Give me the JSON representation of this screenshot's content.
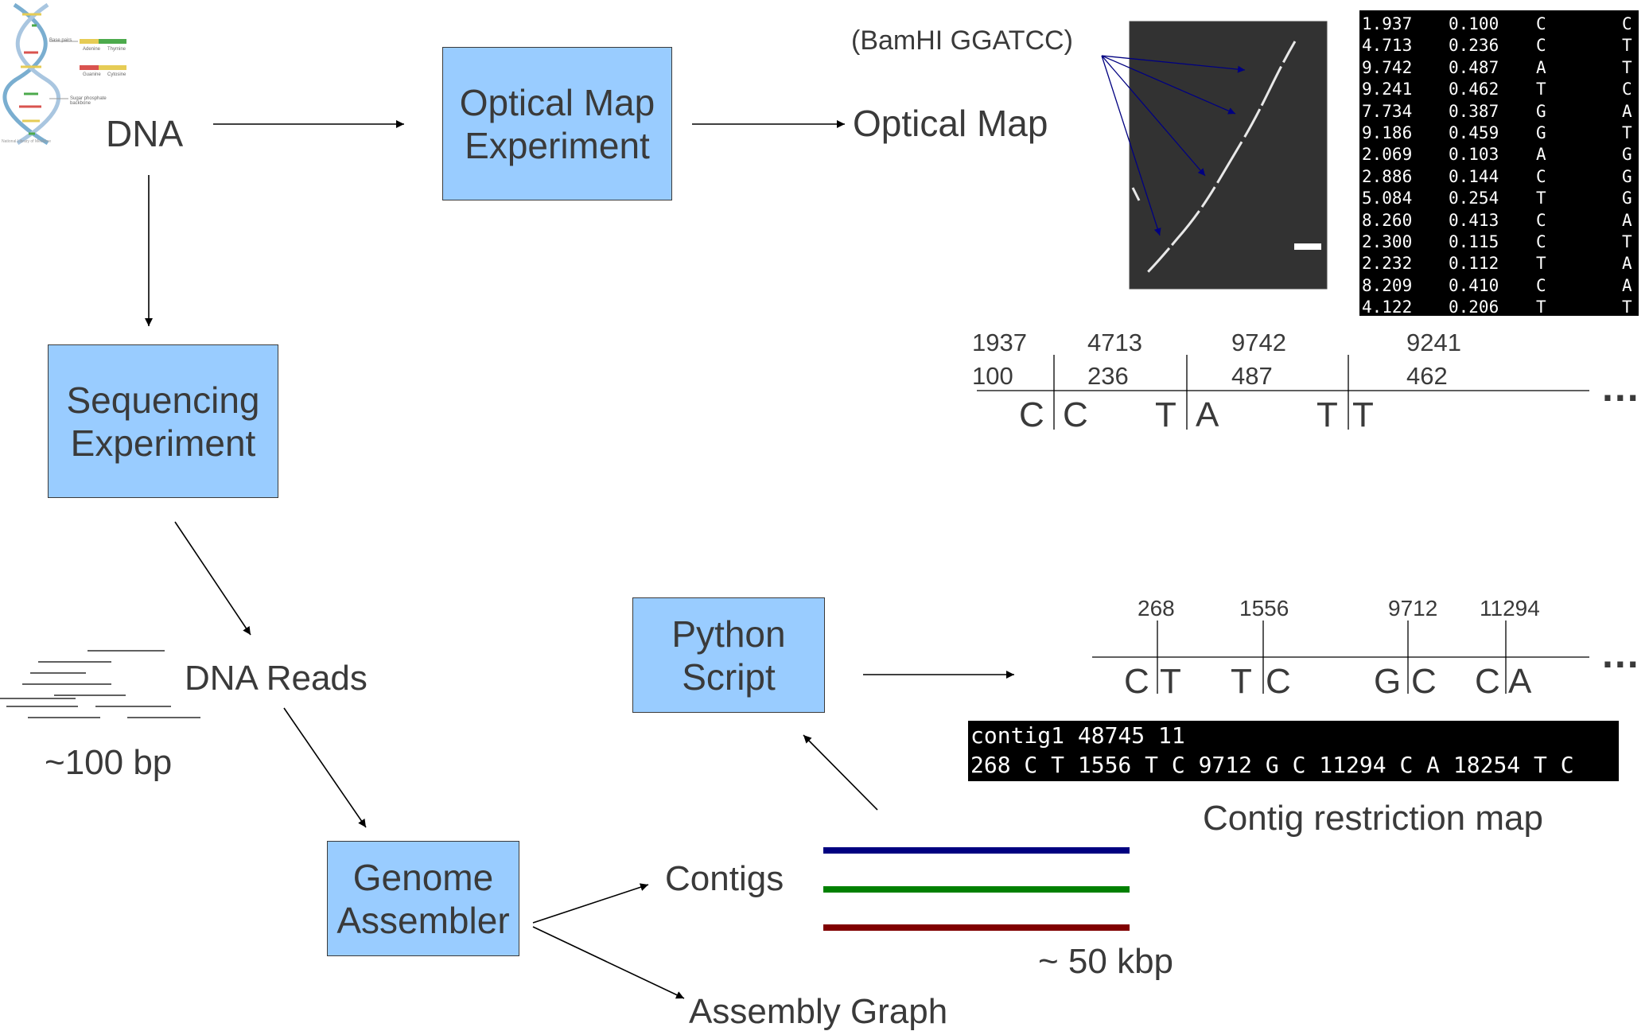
{
  "labels": {
    "dna": "DNA",
    "optical_map": "Optical Map",
    "bamhi": "(BamHI GGATCC)",
    "dna_reads": "DNA Reads",
    "read_length": "~100 bp",
    "contigs": "Contigs",
    "assembly_graph": "Assembly Graph",
    "contig_length": "~ 50 kbp",
    "contig_restriction_map": "Contig restriction map",
    "ellipsis": "..."
  },
  "boxes": {
    "optical_map_experiment": [
      "Optical Map",
      "Experiment"
    ],
    "sequencing_experiment": [
      "Sequencing",
      "Experiment"
    ],
    "genome_assembler": [
      "Genome",
      "Assembler"
    ],
    "python_script": [
      "Python",
      "Script"
    ]
  },
  "dna_image_labels": {
    "base_pairs": "Base pairs",
    "adenine": "Adenine",
    "thymine": "Thymine",
    "guanine": "Guanine",
    "cytosine": "Cytosine",
    "backbone": "Sugar phosphate backbone",
    "credit": "National Library of Medicine"
  },
  "optical_table": [
    [
      "1.937",
      "0.100",
      "C",
      "C"
    ],
    [
      "4.713",
      "0.236",
      "C",
      "T"
    ],
    [
      "9.742",
      "0.487",
      "A",
      "T"
    ],
    [
      "9.241",
      "0.462",
      "T",
      "C"
    ],
    [
      "7.734",
      "0.387",
      "G",
      "A"
    ],
    [
      "9.186",
      "0.459",
      "G",
      "T"
    ],
    [
      "2.069",
      "0.103",
      "A",
      "G"
    ],
    [
      "2.886",
      "0.144",
      "C",
      "G"
    ],
    [
      "5.084",
      "0.254",
      "T",
      "G"
    ],
    [
      "8.260",
      "0.413",
      "C",
      "A"
    ],
    [
      "2.300",
      "0.115",
      "C",
      "T"
    ],
    [
      "2.232",
      "0.112",
      "T",
      "A"
    ],
    [
      "8.209",
      "0.410",
      "C",
      "A"
    ],
    [
      "4.122",
      "0.206",
      "T",
      "T"
    ]
  ],
  "optical_track": {
    "numbers": [
      {
        "top": "1937",
        "bottom": "100"
      },
      {
        "top": "4713",
        "bottom": "236"
      },
      {
        "top": "9742",
        "bottom": "487"
      },
      {
        "top": "9241",
        "bottom": "462"
      }
    ],
    "bases": [
      [
        "C",
        "C"
      ],
      [
        "T",
        "A"
      ],
      [
        "T",
        "T"
      ]
    ]
  },
  "contig_track": {
    "positions": [
      "268",
      "1556",
      "9712",
      "11294"
    ],
    "bases": [
      [
        "C",
        "T"
      ],
      [
        "T",
        "C"
      ],
      [
        "G",
        "C"
      ],
      [
        "C",
        "A"
      ]
    ]
  },
  "contig_terminal": {
    "line1": "contig1 48745 11",
    "line2": "268 C T 1556 T C 9712 G C 11294 C A 18254 T C"
  },
  "colors": {
    "box_fill": "#99ccff",
    "contig_1": "#000080",
    "contig_2": "#008000",
    "contig_3": "#800000",
    "pointer_arrow": "#000080"
  }
}
